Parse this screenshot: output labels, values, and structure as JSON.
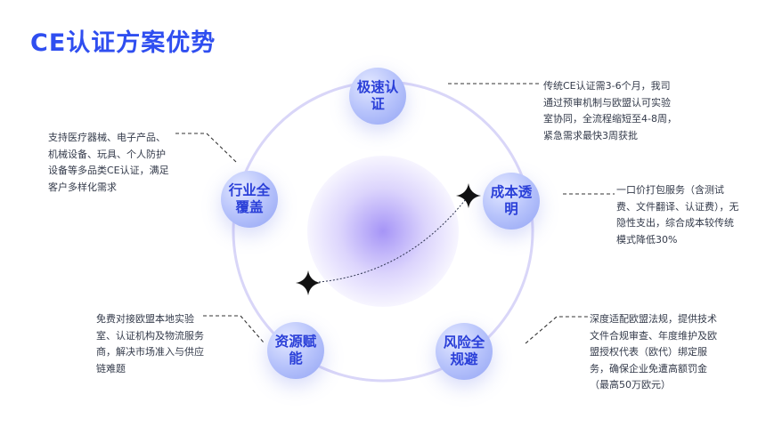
{
  "title": "CE认证方案优势",
  "colors": {
    "title": "#2f4ef0",
    "node_text": "#2a3fd8",
    "ring": "#d9d6f8",
    "description_text": "#333a4a"
  },
  "nodes": [
    {
      "label": "极速认证",
      "description": "传统CE认证需3-6个月，我司通过预审机制与欧盟认可实验室协同，全流程缩短至4-8周，紧急需求最快3周获批"
    },
    {
      "label": "成本透明",
      "description": "一口价打包服务（含测试费、文件翻译、认证费），无隐性支出，综合成本较传统模式降低30%"
    },
    {
      "label": "风险全规避",
      "description": "深度适配欧盟法规，提供技术文件合规审查、年度维护及欧盟授权代表（欧代）绑定服务，确保企业免遭高额罚金（最高50万欧元）"
    },
    {
      "label": "资源赋能",
      "description": "免费对接欧盟本地实验室、认证机构及物流服务商，解决市场准入与供应链难题"
    },
    {
      "label": "行业全覆盖",
      "description": "支持医疗器械、电子产品、机械设备、玩具、个人防护设备等多品类CE认证，满足客户多样化需求"
    }
  ],
  "icons": [
    "sparkle-icon"
  ]
}
